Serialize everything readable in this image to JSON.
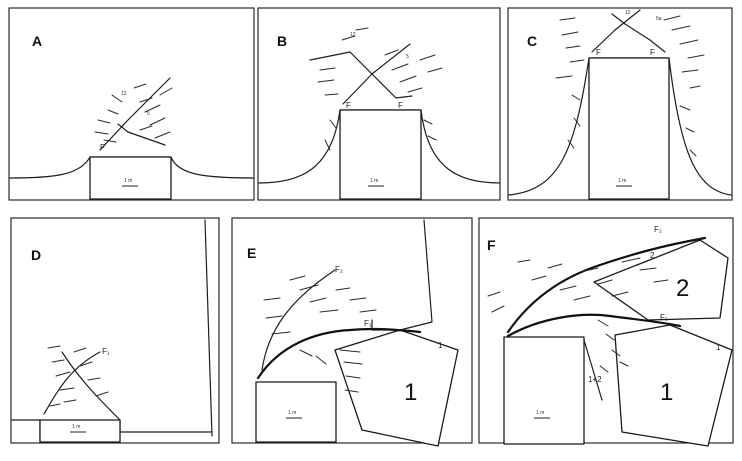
{
  "panels": [
    {
      "label": "A",
      "fault_labels": [
        "F"
      ],
      "scale_label": "1 m",
      "block_labels": []
    },
    {
      "label": "B",
      "fault_labels": [
        "F",
        "F"
      ],
      "scale_label": "1 m",
      "block_labels": []
    },
    {
      "label": "C",
      "fault_labels": [
        "F",
        "F"
      ],
      "scale_label": "1 m",
      "block_labels": []
    },
    {
      "label": "D",
      "fault_labels": [
        "F₁"
      ],
      "scale_label": "1 m",
      "block_labels": []
    },
    {
      "label": "E",
      "fault_labels": [
        "F₂",
        "F₁"
      ],
      "scale_label": "1 m",
      "block_labels": [
        "1",
        "1"
      ]
    },
    {
      "label": "F",
      "fault_labels": [
        "F₂",
        "F₁"
      ],
      "scale_label": "1 m",
      "block_labels": [
        "2",
        "2",
        "1",
        "1",
        "1+2"
      ]
    }
  ]
}
